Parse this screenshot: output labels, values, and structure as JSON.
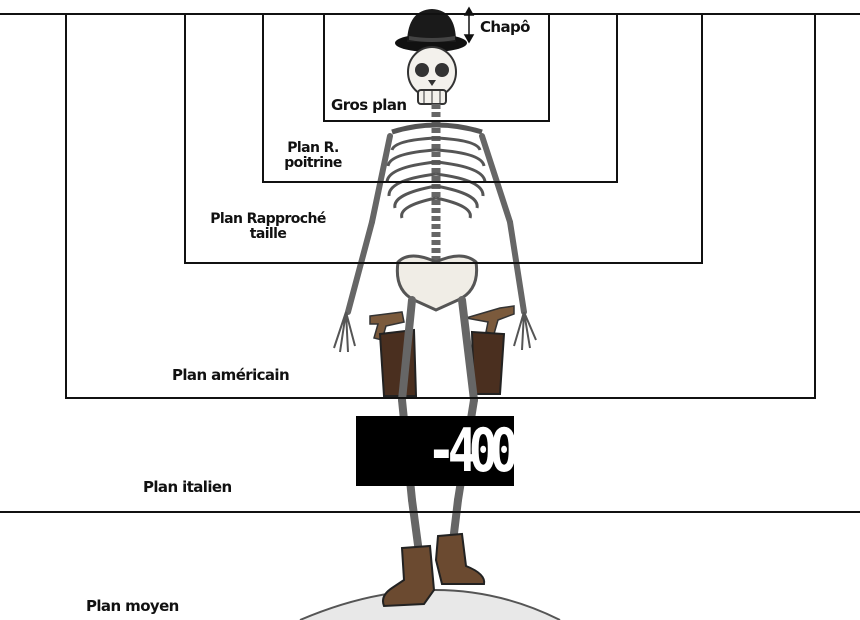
{
  "labels": {
    "chapo": "Chapô",
    "gros_plan": "Gros plan",
    "plan_r_poitrine": [
      "Plan R.",
      "poitrine"
    ],
    "plan_rapproche_taille": [
      "Plan Rapproché",
      "taille"
    ],
    "plan_americain": "Plan américain",
    "plan_italien": "Plan italien",
    "plan_moyen": "Plan moyen"
  },
  "badge": {
    "text": "-400"
  },
  "colors": {
    "frame": "#111111",
    "badge_bg": "#000000",
    "badge_text": "#ffffff"
  },
  "illustration": {
    "subject": "cowboy-skeleton",
    "hat": "bowler-hat",
    "props": [
      "revolver",
      "holster",
      "boots"
    ]
  }
}
